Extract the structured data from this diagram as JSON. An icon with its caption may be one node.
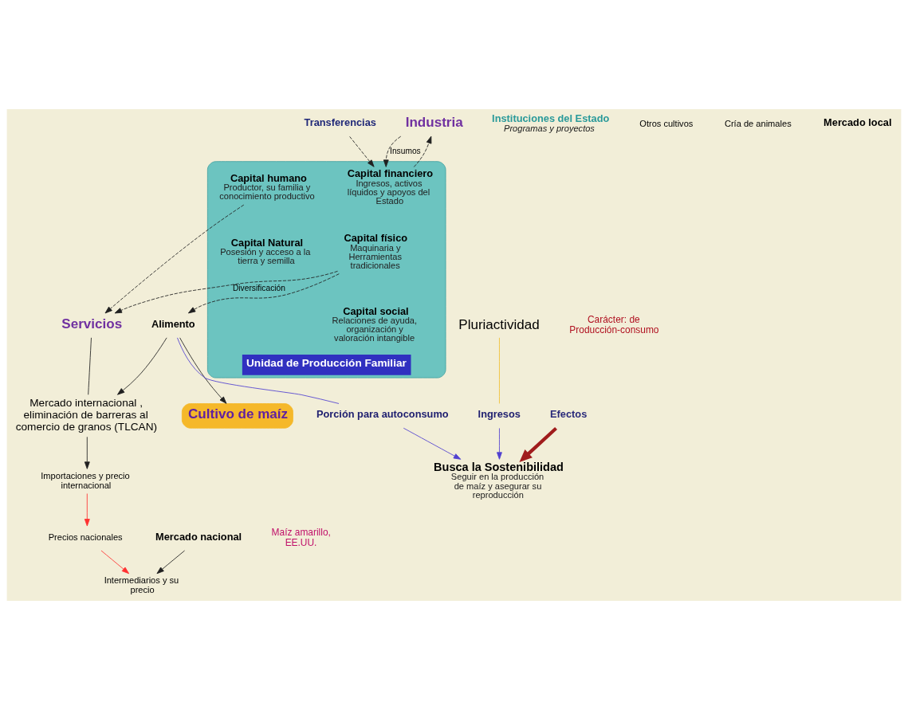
{
  "diagram": {
    "nodes": [
      {
        "text": [
          "Mercado internacional , eliminación de barreras al comercio de granos (TLCAN)"
        ]
      },
      {
        "text": [
          "Instituciones del Estado",
          "Programas y proyectos"
        ]
      },
      {
        "text": [
          "Transferencias"
        ]
      },
      {
        "text": [
          "Industria"
        ]
      },
      {
        "text": [
          "Servicios"
        ]
      },
      {
        "text": [
          "Pluriactividad"
        ]
      },
      {
        "text": [
          "Otros cultivos"
        ]
      },
      {
        "text": [
          "Cultivo de maíz"
        ]
      },
      {
        "text": [
          "Cría de animales"
        ]
      },
      {
        "text": [
          "Importaciones y precio internacional"
        ]
      },
      {
        "text": [
          "Precios nacionales"
        ]
      },
      {
        "text": [
          "Mercado nacional"
        ]
      },
      {
        "text": [
          "Mercado local"
        ]
      },
      {
        "text": [
          "Intermediarios y su precio"
        ]
      },
      {
        "text": [
          "Unidad de Producción Familiar"
        ]
      },
      {
        "text": [
          "Capital financiero",
          "Ingresos, activos líquidos y apoyos del Estado"
        ],
        "in": 14
      },
      {
        "text": [
          "Capital humano",
          "Productor, su familia y conocimiento productivo"
        ],
        "in": 14
      },
      {
        "text": [
          "Capital físico",
          "Maquinaria y Herramientas tradicionales"
        ],
        "in": 14
      },
      {
        "text": [
          "Capital Natural",
          "Posesión y acceso a la tierra y semilla"
        ],
        "in": 14
      },
      {
        "text": [
          "Capital social",
          "Relaciones de ayuda, organización y valoración intangible"
        ],
        "in": 14
      },
      {
        "text": [
          "Alimento"
        ]
      },
      {
        "text": [
          "Porción para autoconsumo"
        ]
      },
      {
        "text": [
          "Ingresos"
        ]
      },
      {
        "text": [
          "Efectos"
        ]
      },
      {
        "text": [
          "Busca la Sostenibilidad",
          "Seguir en la producción de maíz y asegurar su reproducción"
        ]
      }
    ],
    "edges": [
      {
        "from": 0,
        "to": 9,
        "arrow": "to"
      },
      {
        "from": 20,
        "to": 0,
        "arrow": "to"
      },
      {
        "from": 4,
        "to": 0,
        "arrow": "none"
      },
      {
        "from": 20,
        "to": 7,
        "arrow": "to"
      },
      {
        "from": 9,
        "to": 10,
        "arrow": "to",
        "color": "#ff3030"
      },
      {
        "from": 10,
        "to": 13,
        "arrow": "to",
        "color": "#ff3030"
      },
      {
        "from": 11,
        "to": 13,
        "arrow": "to"
      },
      {
        "from": 2,
        "to": 15,
        "arrow": "to",
        "style": "dashed"
      },
      {
        "from": 3,
        "to": 15,
        "arrow": "to",
        "style": "dashed",
        "label": "Insumos"
      },
      {
        "from": 15,
        "to": 3,
        "arrow": "to",
        "style": "dashed"
      },
      {
        "from": 16,
        "to": 4,
        "arrow": "to",
        "style": "dashed"
      },
      {
        "from": 17,
        "to": 4,
        "arrow": "to",
        "style": "dashed",
        "label": "Diversificación"
      },
      {
        "from": 17,
        "to": 20,
        "arrow": "to",
        "style": "dashed"
      },
      {
        "from": 5,
        "to": 22,
        "arrow": "none",
        "color": "#f0c030"
      },
      {
        "from": 20,
        "to": 21,
        "arrow": "none",
        "color": "#5040d0"
      },
      {
        "from": 21,
        "to": 24,
        "arrow": "to",
        "color": "#5040d0"
      },
      {
        "from": 22,
        "to": 24,
        "arrow": "to",
        "color": "#5040d0"
      },
      {
        "from": 23,
        "to": 24,
        "arrow": "to",
        "color": "#a01c1c",
        "style": "thick"
      }
    ],
    "labels": [
      "Maíz amarillo, EE.UU.",
      "Carácter: de Producción-consumo"
    ]
  }
}
